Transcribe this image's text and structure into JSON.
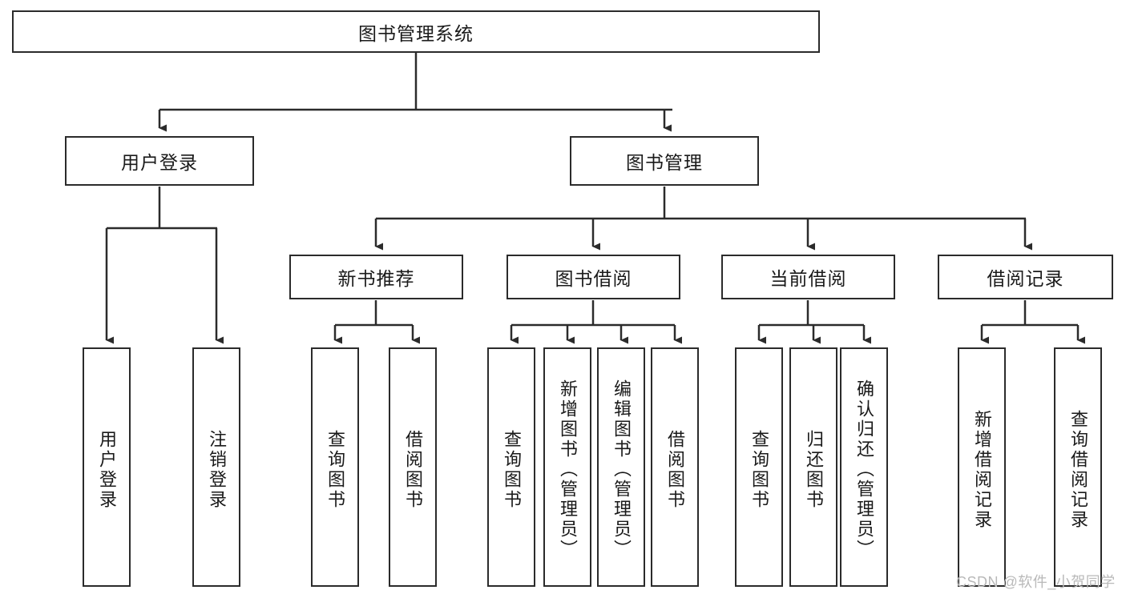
{
  "diagram": {
    "type": "tree",
    "title_node": {
      "label": "图书管理系统"
    },
    "colors": {
      "background": "#ffffff",
      "box_border": "#2b2b2b",
      "connector": "#2b2b2b",
      "text": "#1a1a1a",
      "watermark": "#b9b9b9"
    },
    "level2": [
      {
        "label": "用户登录"
      },
      {
        "label": "图书管理"
      }
    ],
    "level3": [
      {
        "label": "新书推荐"
      },
      {
        "label": "图书借阅"
      },
      {
        "label": "当前借阅"
      },
      {
        "label": "借阅记录"
      }
    ],
    "leaves": {
      "user_login": [
        {
          "label": "用户登录"
        },
        {
          "label": "注销登录"
        }
      ],
      "new_book_recommend": [
        {
          "label": "查询图书"
        },
        {
          "label": "借阅图书"
        }
      ],
      "book_borrow": [
        {
          "label": "查询图书"
        },
        {
          "label": "新增图书（管理员）"
        },
        {
          "label": "编辑图书（管理员）"
        },
        {
          "label": "借阅图书"
        }
      ],
      "current_borrow": [
        {
          "label": "查询图书"
        },
        {
          "label": "归还图书"
        },
        {
          "label": "确认归还（管理员）"
        }
      ],
      "borrow_record": [
        {
          "label": "新增借阅记录"
        },
        {
          "label": "查询借阅记录"
        }
      ]
    }
  },
  "watermark": {
    "text": "CSDN @软件_小贺同学"
  }
}
